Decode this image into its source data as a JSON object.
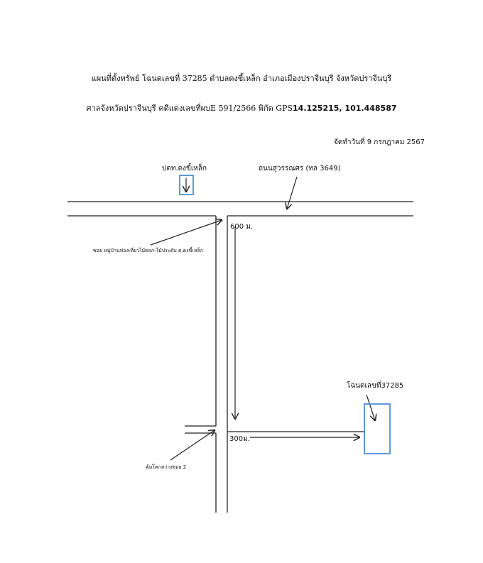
{
  "title_line1": "แผนที่ตั้งทรัพย์ โฉนดเลขที่ 37285 ตำบลดงขี้เหล็ก อำเภอเมืองปราจีนบุรี จังหวัดปราจีนบุรี",
  "title_line2_prefix": "ศาลจังหวัดปราจีนบุรี คดีแดงเลขที่ผบE 591/2566 พิกัด GPS",
  "gps_coordinates": "14.125215, 101.448587",
  "date_made": "จัดทำวันที่ 9 กรกฎาคม 2567",
  "labels": {
    "police_station": "ปตท.ดงขี้เหล็ก",
    "main_road": "ถนนสุวรรณศร (ทล 3649)",
    "soi_entrance": "ซอย หมู่บ้านท่องเที่ยวไม้ดอก-ไม้ประดับ ต.ดงขี้เหล็ก",
    "distance_600": "600 ม.",
    "deed": "โฉนดเลขที่37285",
    "distance_300": "300ม.",
    "irrigation_soi": "คุ้มโคกสว่างซอย 2"
  },
  "colors": {
    "road_line": "#222222",
    "marker_box": "#4a90d9"
  }
}
